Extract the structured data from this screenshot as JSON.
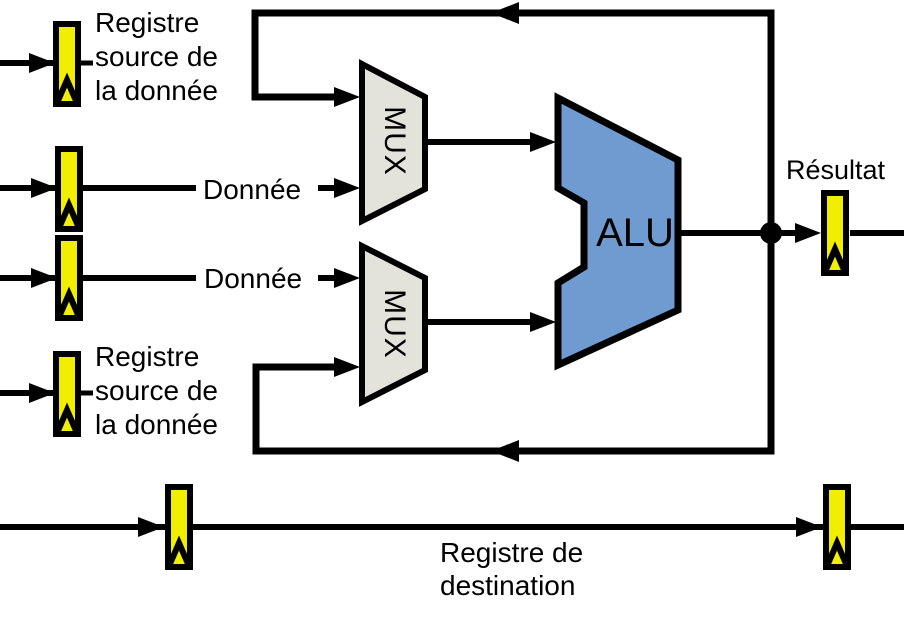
{
  "diagram": {
    "labels": {
      "source_register_top": [
        "Registre",
        "source de",
        "la donnée"
      ],
      "data_input_1": "Donnée",
      "data_input_2": "Donnée",
      "source_register_bottom": [
        "Registre",
        "source de",
        "la donnée"
      ],
      "result": "Résultat",
      "destination_register": [
        "Registre de",
        "destination"
      ],
      "mux_upper": "MUX",
      "mux_lower": "MUX",
      "alu": "ALU"
    },
    "colors": {
      "register_fill": "#f2ee00",
      "mux_fill": "#e3e3db",
      "alu_fill": "#6f9bd1",
      "wire": "#000000",
      "background": "#ffffff"
    }
  }
}
